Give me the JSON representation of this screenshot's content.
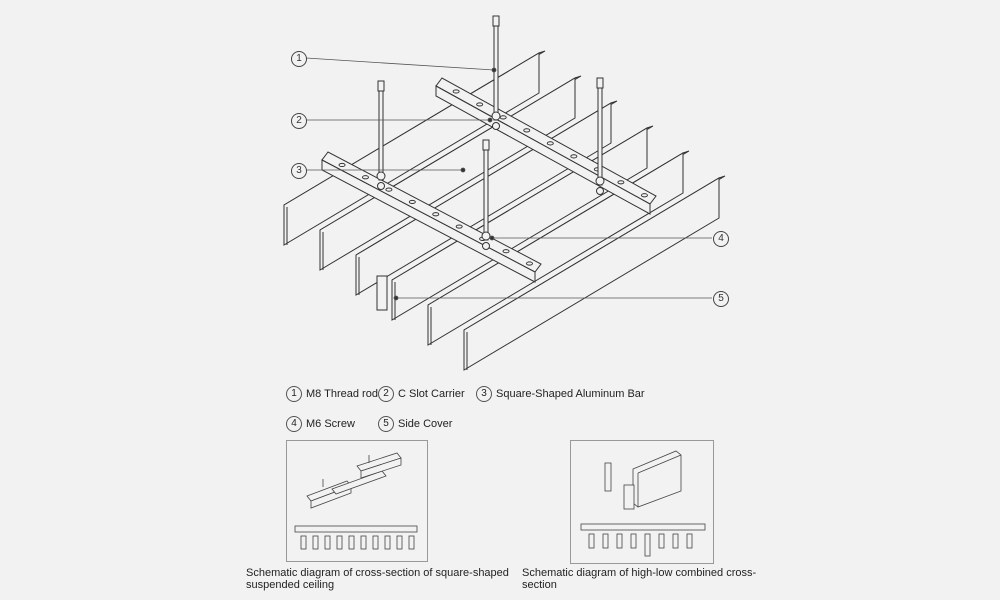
{
  "callouts": [
    "1",
    "2",
    "3",
    "4",
    "5"
  ],
  "legend": [
    {
      "num": "1",
      "label": "M8 Thread rod"
    },
    {
      "num": "2",
      "label": "C Slot Carrier"
    },
    {
      "num": "3",
      "label": "Square-Shaped Aluminum Bar"
    },
    {
      "num": "4",
      "label": "M6 Screw"
    },
    {
      "num": "5",
      "label": "Side Cover"
    }
  ],
  "captions": {
    "left_line1": "Schematic diagram of cross-section of square-shaped",
    "left_line2": "suspended ceiling",
    "right_line1": "Schematic diagram of high-low combined cross-",
    "right_line2": "section"
  },
  "colors": {
    "background": "#f2f2f2",
    "line": "#333333"
  }
}
